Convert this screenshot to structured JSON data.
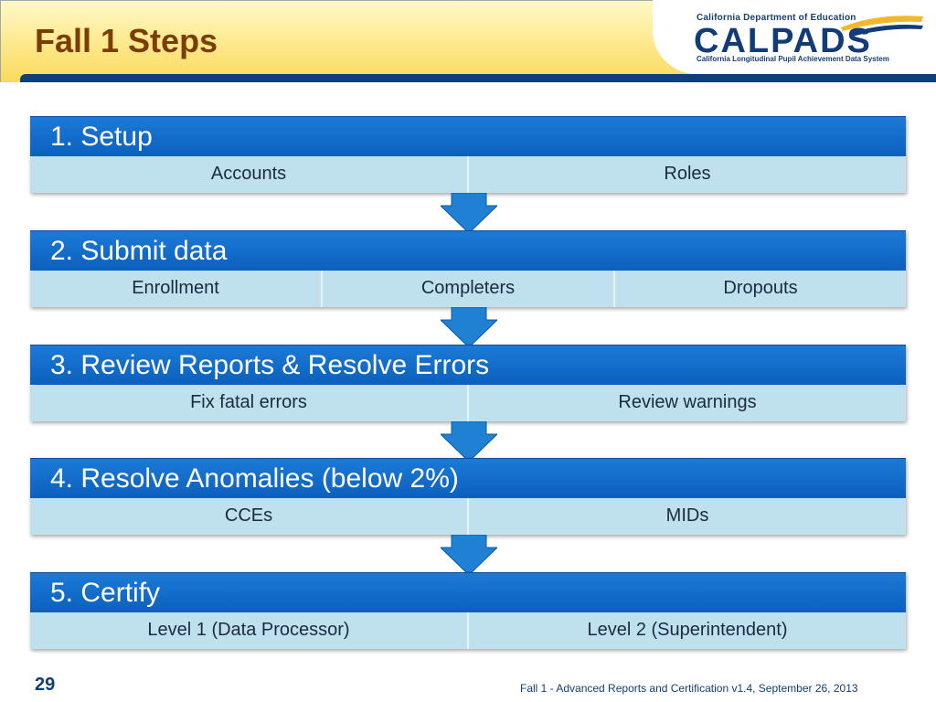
{
  "slide": {
    "title": "Fall 1 Steps",
    "number": "29",
    "footer": "Fall 1 - Advanced Reports and Certification v1.4, September 26, 2013"
  },
  "logo": {
    "top_text": "California Department of Education",
    "main_text": "CALPADS",
    "sub_text": "California Longitudinal Pupil Achievement Data System"
  },
  "colors": {
    "header_bar": "#0f3f7a",
    "step_header": "#0b5fbd",
    "step_cell": "#bfe1ee",
    "title": "#7a3d05"
  },
  "steps": [
    {
      "title": "1. Setup",
      "items": [
        "Accounts",
        "Roles"
      ]
    },
    {
      "title": "2. Submit data",
      "items": [
        "Enrollment",
        "Completers",
        "Dropouts"
      ]
    },
    {
      "title": "3. Review Reports & Resolve Errors",
      "items": [
        "Fix fatal errors",
        "Review warnings"
      ]
    },
    {
      "title": "4. Resolve Anomalies (below 2%)",
      "items": [
        "CCEs",
        "MIDs"
      ]
    },
    {
      "title": "5. Certify",
      "items": [
        "Level 1 (Data Processor)",
        "Level 2 (Superintendent)"
      ]
    }
  ]
}
